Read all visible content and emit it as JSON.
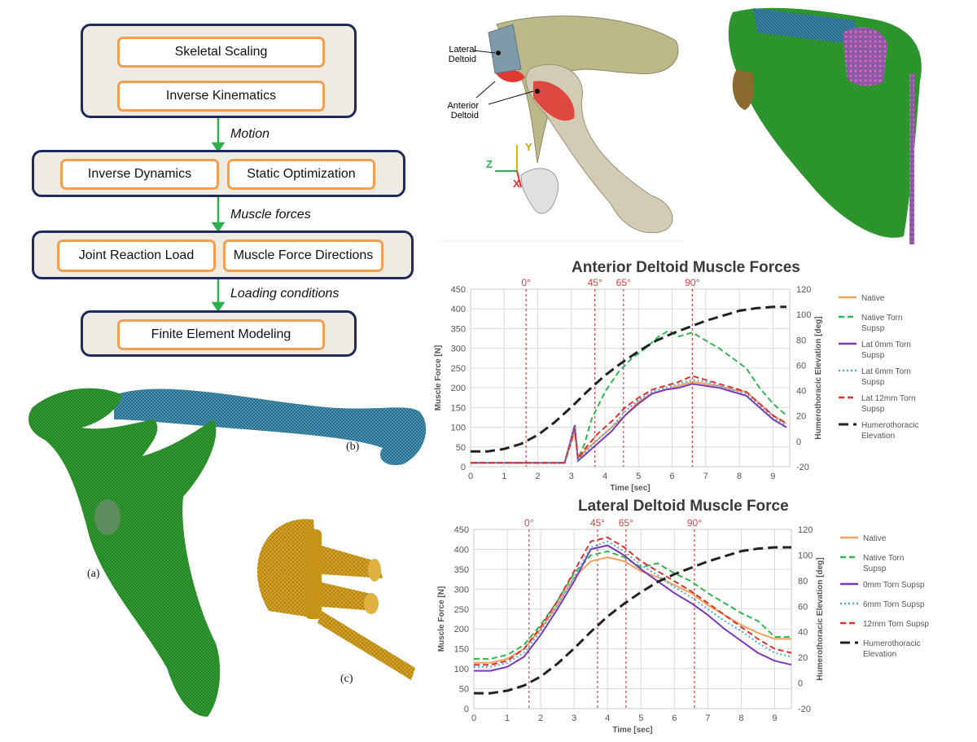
{
  "flowchart": {
    "group1": {
      "box1": "Skeletal Scaling",
      "box2": "Inverse Kinematics"
    },
    "arrow1_label": "Motion",
    "group2": {
      "box1": "Inverse Dynamics",
      "box2": "Static Optimization"
    },
    "arrow2_label": "Muscle forces",
    "group3": {
      "box1": "Joint Reaction Load",
      "box2": "Muscle Force Directions"
    },
    "arrow3_label": "Loading conditions",
    "group4": {
      "box1": "Finite Element Modeling"
    }
  },
  "fe_models": {
    "label_a": "(a)",
    "label_b": "(b)",
    "label_c": "(c)"
  },
  "deltoid_figure": {
    "lateral_label_line1": "Lateral",
    "lateral_label_line2": "Deltoid",
    "anterior_label_line1": "Anterior",
    "anterior_label_line2": "Deltoid",
    "axis_y": "Y",
    "axis_z": "Z",
    "axis_x": "X"
  },
  "colors": {
    "navy": "#1f2a5c",
    "orange": "#f0a050",
    "arrow_green": "#2db04b",
    "bone_olive": "#bdb88a",
    "bone_beige": "#d4cbb4",
    "deltoid_red": "#e03a33",
    "deltoid_blue": "#7f9aa8",
    "mesh_green": "#2f9a2f",
    "mesh_blue": "#2c6e8e",
    "implant_gold": "#d4a020"
  },
  "chart_data": [
    {
      "type": "line",
      "title": "Anterior Deltoid Muscle Forces",
      "xlabel": "Time [sec]",
      "ylabel": "Muscle Force [N]",
      "y2label": "Humerothoracic Elevation [deg]",
      "xlim": [
        0,
        9.5
      ],
      "ylim": [
        0,
        450
      ],
      "y2lim": [
        -20,
        120
      ],
      "xticks": [
        0,
        1,
        2,
        3,
        4,
        5,
        6,
        7,
        8,
        9
      ],
      "yticks": [
        0,
        50,
        100,
        150,
        200,
        250,
        300,
        350,
        400,
        450
      ],
      "y2ticks": [
        -20,
        0,
        20,
        40,
        60,
        80,
        100,
        120
      ],
      "vlines": [
        {
          "x": 1.65,
          "label": "0°"
        },
        {
          "x": 3.7,
          "label": "45°"
        },
        {
          "x": 4.55,
          "label": "65°"
        },
        {
          "x": 6.6,
          "label": "90°"
        }
      ],
      "legend_position": "right",
      "grid": true,
      "series": [
        {
          "name": "Native",
          "style": "solid",
          "color": "#f5a05a",
          "axis": "left",
          "x": [
            0,
            2.8,
            3.1,
            3.2,
            3.4,
            3.8,
            4.2,
            4.6,
            5.0,
            5.4,
            5.8,
            6.2,
            6.6,
            7.0,
            7.4,
            7.8,
            8.2,
            8.6,
            9.0,
            9.4
          ],
          "y": [
            10,
            10,
            90,
            15,
            40,
            70,
            100,
            130,
            165,
            185,
            195,
            205,
            215,
            210,
            205,
            195,
            190,
            160,
            130,
            110
          ]
        },
        {
          "name": "Native Torn Supsp",
          "style": "dash",
          "color": "#2fb84f",
          "axis": "left",
          "x": [
            0,
            2.8,
            3.1,
            3.2,
            3.4,
            3.6,
            4.0,
            4.4,
            4.8,
            5.2,
            5.6,
            5.9,
            6.2,
            6.6,
            7.0,
            7.4,
            7.8,
            8.2,
            8.6,
            9.0,
            9.4
          ],
          "y": [
            10,
            10,
            95,
            20,
            60,
            120,
            190,
            240,
            275,
            300,
            330,
            345,
            330,
            340,
            320,
            300,
            275,
            250,
            200,
            160,
            130
          ]
        },
        {
          "name": "Lat 0mm Torn Supsp",
          "style": "solid",
          "color": "#7a3ab8",
          "axis": "left",
          "x": [
            0,
            2.8,
            3.1,
            3.2,
            3.4,
            3.8,
            4.2,
            4.6,
            5.0,
            5.4,
            5.8,
            6.2,
            6.6,
            7.0,
            7.4,
            7.8,
            8.2,
            8.6,
            9.0,
            9.4
          ],
          "y": [
            10,
            10,
            105,
            15,
            30,
            60,
            90,
            130,
            160,
            185,
            195,
            200,
            210,
            205,
            200,
            190,
            180,
            150,
            120,
            100
          ]
        },
        {
          "name": "Lat 6mm Torn Supsp",
          "style": "dot",
          "color": "#4aa8e0",
          "axis": "left",
          "x": [
            0,
            2.8,
            3.1,
            3.2,
            3.4,
            3.8,
            4.2,
            4.6,
            5.0,
            5.4,
            5.8,
            6.2,
            6.6,
            7.0,
            7.4,
            7.8,
            8.2,
            8.6,
            9.0,
            9.4
          ],
          "y": [
            10,
            10,
            100,
            15,
            35,
            70,
            100,
            140,
            170,
            190,
            200,
            210,
            220,
            215,
            205,
            195,
            185,
            155,
            125,
            105
          ]
        },
        {
          "name": "Lat 12mm Torn Supsp",
          "style": "dash",
          "color": "#e03030",
          "axis": "left",
          "x": [
            0,
            2.8,
            3.1,
            3.2,
            3.4,
            3.8,
            4.2,
            4.6,
            5.0,
            5.4,
            5.8,
            6.2,
            6.6,
            7.0,
            7.4,
            7.8,
            8.2,
            8.6,
            9.0,
            9.4
          ],
          "y": [
            10,
            10,
            95,
            20,
            45,
            85,
            115,
            150,
            175,
            195,
            205,
            215,
            230,
            220,
            210,
            200,
            190,
            160,
            130,
            110
          ]
        },
        {
          "name": "Humerothoracic Elevation",
          "style": "longdash",
          "color": "#222222",
          "axis": "right",
          "x": [
            0,
            0.5,
            1.0,
            1.5,
            2.0,
            2.5,
            3.0,
            3.5,
            4.0,
            4.5,
            5.0,
            5.5,
            6.0,
            6.5,
            7.0,
            7.5,
            8.0,
            8.5,
            9.0,
            9.4
          ],
          "y": [
            -8,
            -8,
            -6,
            -2,
            5,
            15,
            27,
            40,
            52,
            62,
            71,
            79,
            85,
            90,
            95,
            99,
            103,
            105,
            106,
            106
          ]
        }
      ]
    },
    {
      "type": "line",
      "title": "Lateral Deltoid Muscle Force",
      "xlabel": "Time [sec]",
      "ylabel": "Muscle Force [N]",
      "y2label": "Humerothoracic Elevation [deg]",
      "xlim": [
        0,
        9.5
      ],
      "ylim": [
        0,
        450
      ],
      "y2lim": [
        -20,
        120
      ],
      "xticks": [
        0,
        1,
        2,
        3,
        4,
        5,
        6,
        7,
        8,
        9
      ],
      "yticks": [
        0,
        50,
        100,
        150,
        200,
        250,
        300,
        350,
        400,
        450
      ],
      "y2ticks": [
        -20,
        0,
        20,
        40,
        60,
        80,
        100,
        120
      ],
      "vlines": [
        {
          "x": 1.65,
          "label": "0°"
        },
        {
          "x": 3.7,
          "label": "45°"
        },
        {
          "x": 4.55,
          "label": "65°"
        },
        {
          "x": 6.6,
          "label": "90°"
        }
      ],
      "legend_position": "right",
      "grid": true,
      "series": [
        {
          "name": "Native",
          "style": "solid",
          "color": "#f5a05a",
          "axis": "left",
          "x": [
            0,
            0.5,
            1.0,
            1.5,
            2.0,
            2.5,
            3.0,
            3.5,
            4.0,
            4.5,
            5.0,
            5.5,
            6.0,
            6.5,
            7.0,
            7.5,
            8.0,
            8.5,
            9.0,
            9.5
          ],
          "y": [
            115,
            115,
            125,
            150,
            200,
            260,
            330,
            370,
            380,
            370,
            345,
            330,
            310,
            290,
            260,
            235,
            210,
            190,
            175,
            175
          ]
        },
        {
          "name": "Native Torn Supsp",
          "style": "dash",
          "color": "#2fb84f",
          "axis": "left",
          "x": [
            0,
            0.5,
            1.0,
            1.5,
            2.0,
            2.5,
            3.0,
            3.5,
            4.0,
            4.5,
            5.0,
            5.5,
            6.0,
            6.5,
            7.0,
            7.5,
            8.0,
            8.5,
            9.0,
            9.5
          ],
          "y": [
            125,
            125,
            135,
            160,
            210,
            270,
            340,
            385,
            395,
            380,
            355,
            365,
            340,
            320,
            290,
            265,
            240,
            220,
            180,
            180
          ]
        },
        {
          "name": "0mm Torn Supsp",
          "style": "solid",
          "color": "#7a3ab8",
          "axis": "left",
          "x": [
            0,
            0.5,
            1.0,
            1.5,
            2.0,
            2.5,
            3.0,
            3.5,
            4.0,
            4.5,
            5.0,
            5.5,
            6.0,
            6.5,
            7.0,
            7.5,
            8.0,
            8.5,
            9.0,
            9.5
          ],
          "y": [
            95,
            95,
            105,
            130,
            185,
            250,
            320,
            400,
            410,
            385,
            350,
            320,
            290,
            265,
            235,
            200,
            170,
            140,
            120,
            110
          ]
        },
        {
          "name": "6mm Torn Supsp",
          "style": "dot",
          "color": "#4aa8e0",
          "axis": "left",
          "x": [
            0,
            0.5,
            1.0,
            1.5,
            2.0,
            2.5,
            3.0,
            3.5,
            4.0,
            4.5,
            5.0,
            5.5,
            6.0,
            6.5,
            7.0,
            7.5,
            8.0,
            8.5,
            9.0,
            9.5
          ],
          "y": [
            105,
            105,
            115,
            140,
            195,
            260,
            330,
            405,
            420,
            395,
            360,
            335,
            305,
            280,
            250,
            220,
            195,
            165,
            140,
            130
          ]
        },
        {
          "name": "12mm Torn Supsp",
          "style": "dash",
          "color": "#e03030",
          "axis": "left",
          "x": [
            0,
            0.5,
            1.0,
            1.5,
            2.0,
            2.5,
            3.0,
            3.5,
            4.0,
            4.5,
            5.0,
            5.5,
            6.0,
            6.5,
            7.0,
            7.5,
            8.0,
            8.5,
            9.0,
            9.5
          ],
          "y": [
            110,
            110,
            120,
            150,
            205,
            270,
            345,
            420,
            430,
            405,
            370,
            345,
            320,
            295,
            265,
            235,
            205,
            175,
            150,
            140
          ]
        },
        {
          "name": "Humerothoracic Elevation",
          "style": "longdash",
          "color": "#222222",
          "axis": "right",
          "x": [
            0,
            0.5,
            1.0,
            1.5,
            2.0,
            2.5,
            3.0,
            3.5,
            4.0,
            4.5,
            5.0,
            5.5,
            6.0,
            6.5,
            7.0,
            7.5,
            8.0,
            8.5,
            9.0,
            9.5
          ],
          "y": [
            -8,
            -8,
            -6,
            -2,
            5,
            15,
            27,
            40,
            52,
            62,
            71,
            79,
            85,
            90,
            95,
            99,
            103,
            105,
            106,
            106
          ]
        }
      ]
    }
  ]
}
